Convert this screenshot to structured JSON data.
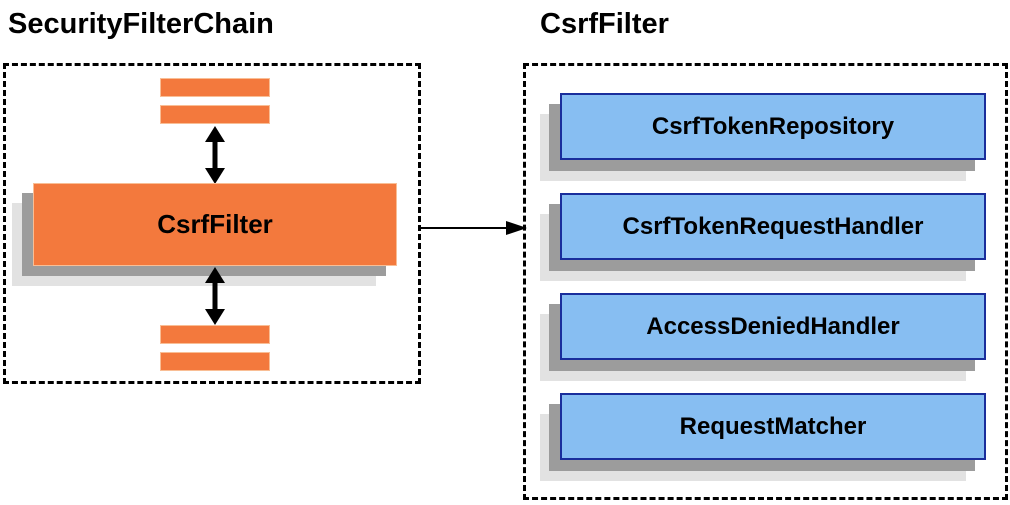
{
  "colors": {
    "page_bg": "#ffffff",
    "orange": "#F3793D",
    "orange_edge": "#F9BE95",
    "blue_fill": "#87BEF2",
    "blue_edge": "#1A2E9C",
    "shadow_mid": "#9C9C9C",
    "shadow_light": "#E2E2E2",
    "arrow": "#000000"
  },
  "left_section": {
    "title": "SecurityFilterChain",
    "filter_box_label": "CsrfFilter"
  },
  "right_section": {
    "title": "CsrfFilter",
    "components": [
      "CsrfTokenRepository",
      "CsrfTokenRequestHandler",
      "AccessDeniedHandler",
      "RequestMatcher"
    ]
  }
}
